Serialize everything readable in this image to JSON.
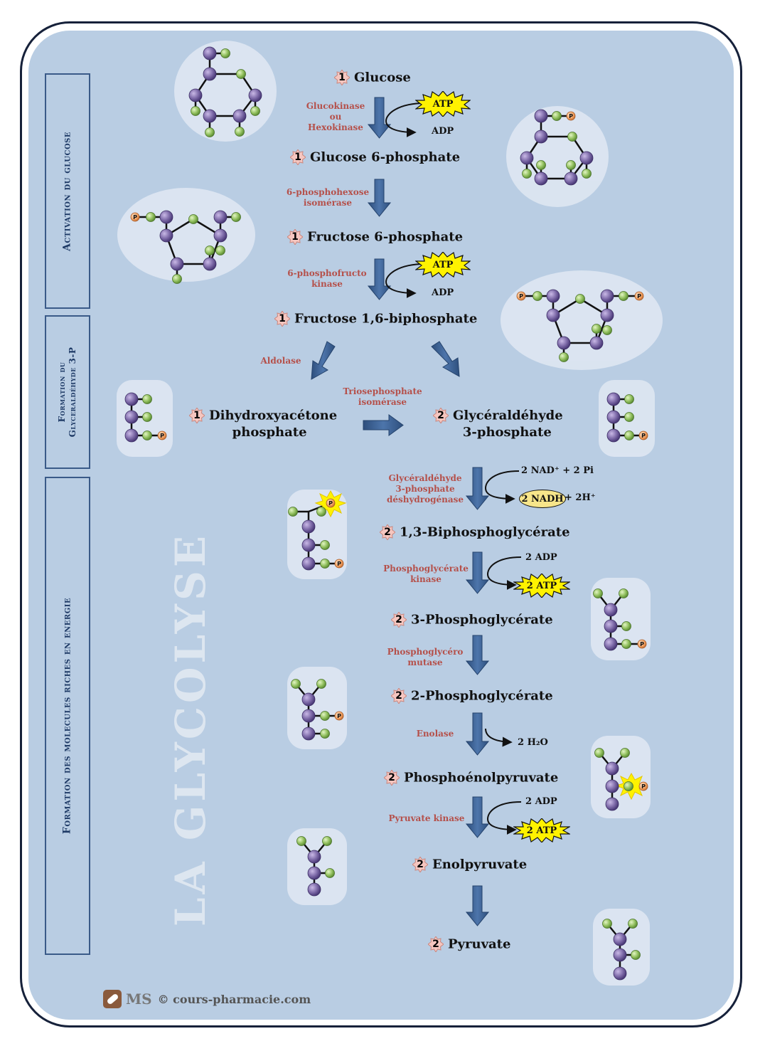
{
  "title": "LA GLYCOLYSE",
  "phases": [
    {
      "label": "Activation du glucose"
    },
    {
      "label_line1": "Formation du",
      "label_line2": "Glyceraldéhyde 3-P"
    },
    {
      "label": "Formation des molecules riches en energie"
    }
  ],
  "metabolites": {
    "glucose": {
      "count": "1",
      "name": "Glucose"
    },
    "g6p": {
      "count": "1",
      "name": "Glucose 6-phosphate"
    },
    "f6p": {
      "count": "1",
      "name": "Fructose 6-phosphate"
    },
    "f16bp": {
      "count": "1",
      "name": "Fructose 1,6-biphosphate"
    },
    "dhap": {
      "count": "1",
      "line1": "Dihydroxyacétone",
      "line2": "phosphate"
    },
    "g3p": {
      "count": "2",
      "line1": "Glycéraldéhyde",
      "line2": "3-phosphate"
    },
    "bpg13": {
      "count": "2",
      "name": "1,3-Biphosphoglycérate"
    },
    "pg3": {
      "count": "2",
      "name": "3-Phosphoglycérate"
    },
    "pg2": {
      "count": "2",
      "name": "2-Phosphoglycérate"
    },
    "pep": {
      "count": "2",
      "name": "Phosphoénolpyruvate"
    },
    "enolpyr": {
      "count": "2",
      "name": "Enolpyruvate"
    },
    "pyruvate": {
      "count": "2",
      "name": "Pyruvate"
    }
  },
  "enzymes": {
    "hexokinase": {
      "line1": "Glucokinase",
      "line2": "ou",
      "line3": "Hexokinase"
    },
    "isomerase": {
      "line1": "6-phosphohexose",
      "line2": "isomérase"
    },
    "pfk": {
      "line1": "6-phosphofructo",
      "line2": "kinase"
    },
    "aldolase": {
      "line1": "Aldolase"
    },
    "tpi": {
      "line1": "Triosephosphate",
      "line2": "isomérase"
    },
    "gapdh": {
      "line1": "Glycéraldéhyde",
      "line2": "3-phosphate",
      "line3": "déshydrogénase"
    },
    "pgk": {
      "line1": "Phosphoglycérate",
      "line2": "kinase"
    },
    "pgm": {
      "line1": "Phosphoglycéro",
      "line2": "mutase"
    },
    "enolase": {
      "line1": "Enolase"
    },
    "pk": {
      "line1": "Pyruvate kinase"
    }
  },
  "cofactors": {
    "atp1": "ATP",
    "adp1": "ADP",
    "atp2": "ATP",
    "adp2": "ADP",
    "nad": "2 NAD⁺ + 2 Pi",
    "nadh": "2 NADH",
    "h": "+ 2H⁺",
    "adp3": "2 ADP",
    "atp3": "2 ATP",
    "h2o": "2 H₂O",
    "adp4": "2 ADP",
    "atp4": "2 ATP"
  },
  "molecule_phosphate_label": "P",
  "footer": {
    "logo": "MS",
    "site": "© cours-pharmacie.com"
  },
  "colors": {
    "panel": "#b9cde3",
    "frame": "#16213a",
    "arrow": "#3a5f91",
    "enzyme_text": "#b5504a",
    "atom_purple": "#7d6aa8",
    "atom_green": "#93c160",
    "phosphate": "#f2a060",
    "atp_burst": "#fff200",
    "badge": "#f5c6c0"
  }
}
